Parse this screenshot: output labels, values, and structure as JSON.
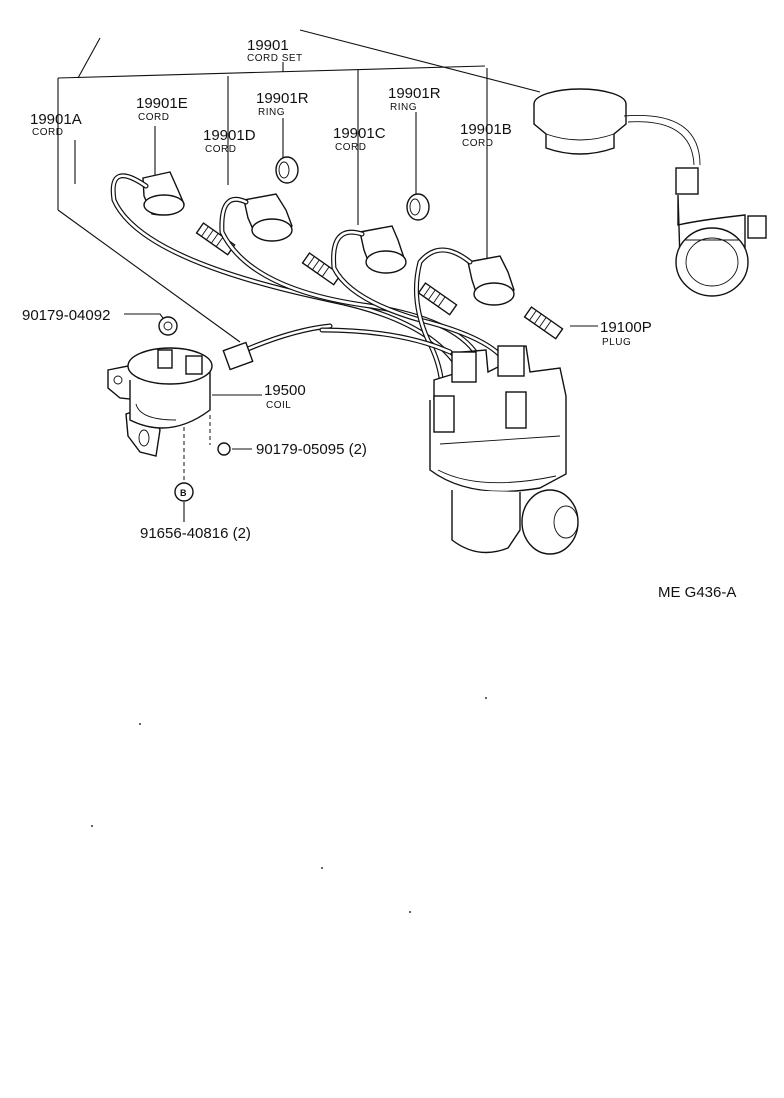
{
  "labels": {
    "cord_set": {
      "part": "19901",
      "name": "CORD SET"
    },
    "cord_a": {
      "part": "19901A",
      "name": "CORD"
    },
    "cord_e": {
      "part": "19901E",
      "name": "CORD"
    },
    "cord_d": {
      "part": "19901D",
      "name": "CORD"
    },
    "ring_1": {
      "part": "19901R",
      "name": "RING"
    },
    "cord_c": {
      "part": "19901C",
      "name": "CORD"
    },
    "ring_2": {
      "part": "19901R",
      "name": "RING"
    },
    "cord_b": {
      "part": "19901B",
      "name": "CORD"
    },
    "plug": {
      "part": "19100P",
      "name": "PLUG"
    },
    "coil": {
      "part": "19500",
      "name": "COIL"
    },
    "nut": {
      "part": "90179-04092"
    },
    "bolt": {
      "part": "90179-05095 (2)"
    },
    "screw": {
      "part": "91656-40816 (2)"
    },
    "marker_b": "B",
    "diagram_code": "ME  G436-A"
  }
}
